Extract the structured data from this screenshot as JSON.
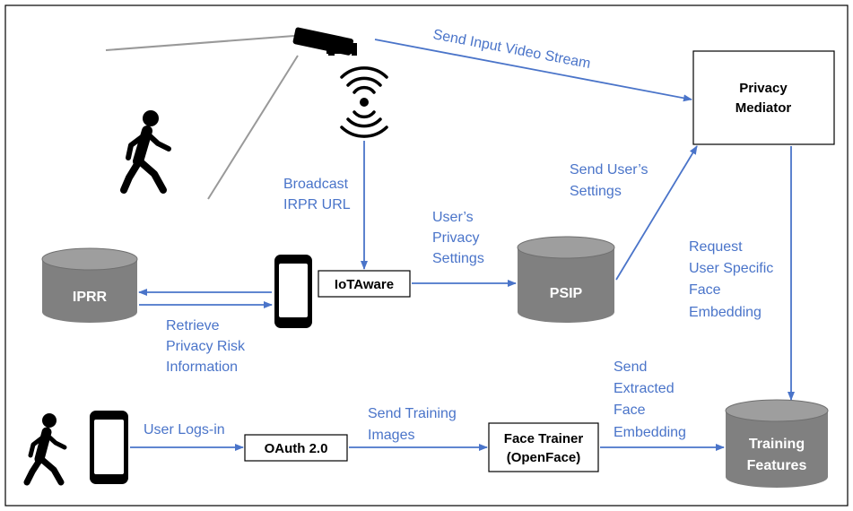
{
  "nodes": {
    "privacy_mediator": [
      "Privacy",
      "Mediator"
    ],
    "iotaware": "IoTAware",
    "oauth": "OAuth 2.0",
    "face_trainer": [
      "Face Trainer",
      "(OpenFace)"
    ],
    "iprr": "IPRR",
    "psip": "PSIP",
    "training_features": [
      "Training",
      "Features"
    ]
  },
  "edges": {
    "send_input_video": "Send Input Video Stream",
    "broadcast": [
      "Broadcast",
      "IRPR URL"
    ],
    "users_privacy": [
      "User’s",
      "Privacy",
      "Settings"
    ],
    "send_users_settings": [
      "Send User’s",
      "Settings"
    ],
    "request_embedding": [
      "Request",
      "User Specific",
      "Face",
      "Embedding"
    ],
    "retrieve_risk": [
      "Retrieve",
      "Privacy Risk",
      "Information"
    ],
    "user_logs_in": "User Logs-in",
    "send_training": [
      "Send Training",
      "Images"
    ],
    "send_extracted": [
      "Send",
      "Extracted",
      "Face",
      "Embedding"
    ]
  },
  "colors": {
    "arrow": "#4a74c9",
    "label": "#4a74c9",
    "cylinder_side": "#808080",
    "cylinder_top": "#9e9e9e",
    "sight_line": "#999999"
  },
  "icons": [
    "camera-icon",
    "wifi-signal-icon",
    "walking-person-icon",
    "smartphone-icon"
  ]
}
